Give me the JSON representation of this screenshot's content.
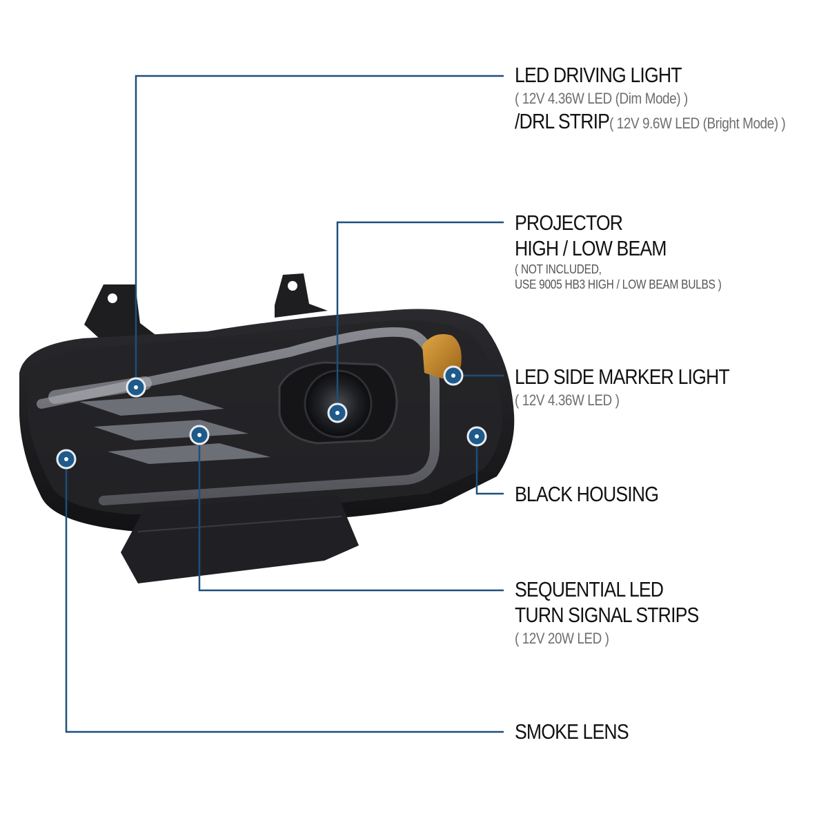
{
  "colors": {
    "leader": "#1d4f7c",
    "dot": "#1e5a8a",
    "dot_ring": "#ffffff",
    "housing": "#1b1b1d",
    "lens_smoke": "#2a2a2e",
    "strip": "#7d7f86",
    "amber": "#c98a2a"
  },
  "callouts": {
    "drl": {
      "title": "LED DRIVING LIGHT",
      "sub": "( 12V 4.36W LED (Dim Mode) )",
      "title2": "/DRL STRIP",
      "sub2": "( 12V 9.6W LED (Bright Mode) )"
    },
    "projector": {
      "title": "PROJECTOR",
      "title2": "HIGH / LOW BEAM",
      "note1": "( NOT INCLUDED,",
      "note2": "USE  9005 HB3 HIGH / LOW BEAM BULBS )"
    },
    "marker": {
      "title": "LED SIDE MARKER LIGHT",
      "sub": "( 12V 4.36W LED )"
    },
    "housing": {
      "title": "BLACK HOUSING"
    },
    "turn": {
      "title": "SEQUENTIAL LED",
      "title2": "TURN SIGNAL STRIPS",
      "sub": "( 12V 20W LED )"
    },
    "lens": {
      "title": "SMOKE LENS"
    }
  }
}
